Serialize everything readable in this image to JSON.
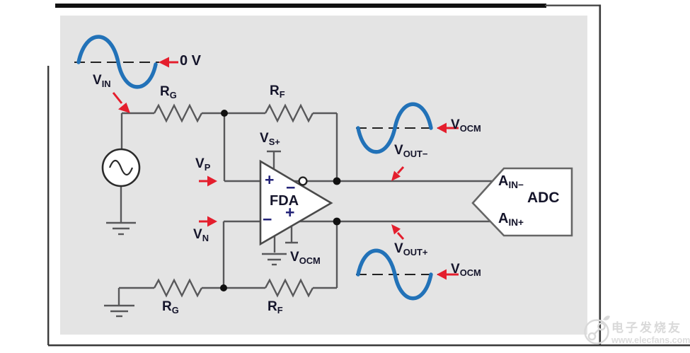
{
  "figure": {
    "type": "fully-differential-amplifier-driving-adc-circuit"
  },
  "labels": {
    "zero_v": "0 V",
    "v_in": {
      "base": "V",
      "sub": "IN"
    },
    "r_g_top": {
      "base": "R",
      "sub": "G"
    },
    "r_f_top": {
      "base": "R",
      "sub": "F"
    },
    "v_p": {
      "base": "V",
      "sub": "P"
    },
    "v_n": {
      "base": "V",
      "sub": "N"
    },
    "v_s_plus": {
      "base": "V",
      "sub": "S+"
    },
    "fda": "FDA",
    "fda_marks": {
      "input_plus": "+",
      "input_minus": "−",
      "output_minus": "−",
      "output_plus": "+"
    },
    "v_ocm_fda": {
      "base": "V",
      "sub": "OCM"
    },
    "v_out_minus": {
      "base": "V",
      "sub": "OUT−"
    },
    "v_ocm_top": {
      "base": "V",
      "sub": "OCM"
    },
    "v_out_plus": {
      "base": "V",
      "sub": "OUT+"
    },
    "v_ocm_bottom": {
      "base": "V",
      "sub": "OCM"
    },
    "a_in_minus": {
      "base": "A",
      "sub": "IN−"
    },
    "a_in_plus": {
      "base": "A",
      "sub": "IN+"
    },
    "adc": "ADC",
    "r_g_bottom": {
      "base": "R",
      "sub": "G"
    },
    "r_f_bottom": {
      "base": "R",
      "sub": "F"
    }
  },
  "watermark": {
    "name": "电子发烧友",
    "url": "www.elecfans.com"
  },
  "colors": {
    "signal_blue": "#2272b8",
    "arrow_red": "#e41e2d",
    "wire_gray": "#58585a",
    "panel_gray": "#e4e4e4",
    "text_dark": "#15152b",
    "mark_navy": "#232378",
    "watermark_gray": "#d9d9d9"
  }
}
